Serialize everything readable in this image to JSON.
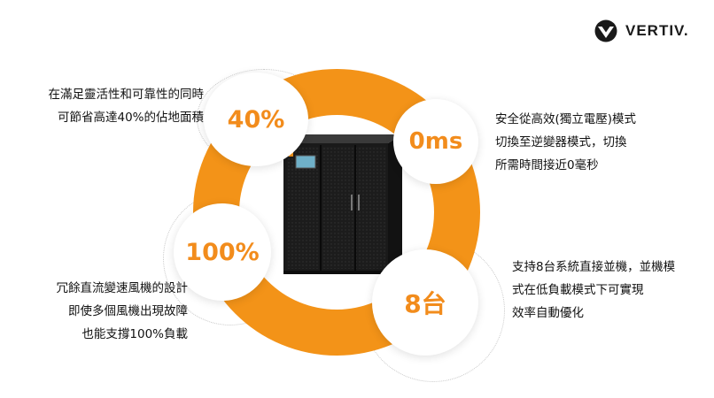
{
  "brand": {
    "logo_text": "VERTIV."
  },
  "features": [
    {
      "stat": "40%",
      "lines": [
        "在滿足靈活性和可靠性的同時",
        "可節省高達40%的佔地面積"
      ]
    },
    {
      "stat": "0ms",
      "lines": [
        "安全從高效(獨立電壓)模式",
        "切換至逆變器模式，切換",
        "所需時間接近0毫秒"
      ]
    },
    {
      "stat": "100%",
      "lines": [
        "冗餘直流變速風機的設計",
        "即使多個風機出現故障",
        "也能支撐100%負載"
      ]
    },
    {
      "stat": "8台",
      "lines": [
        "支持8台系統直接並機，並機模",
        "式在低負載模式下可實現",
        "效率自動優化"
      ]
    }
  ],
  "colors": {
    "accent": "#f28c1c",
    "ring": "#f39318"
  },
  "icons": {
    "logo": "vertiv-v-logo-icon",
    "product": "ups-cabinet-image"
  }
}
